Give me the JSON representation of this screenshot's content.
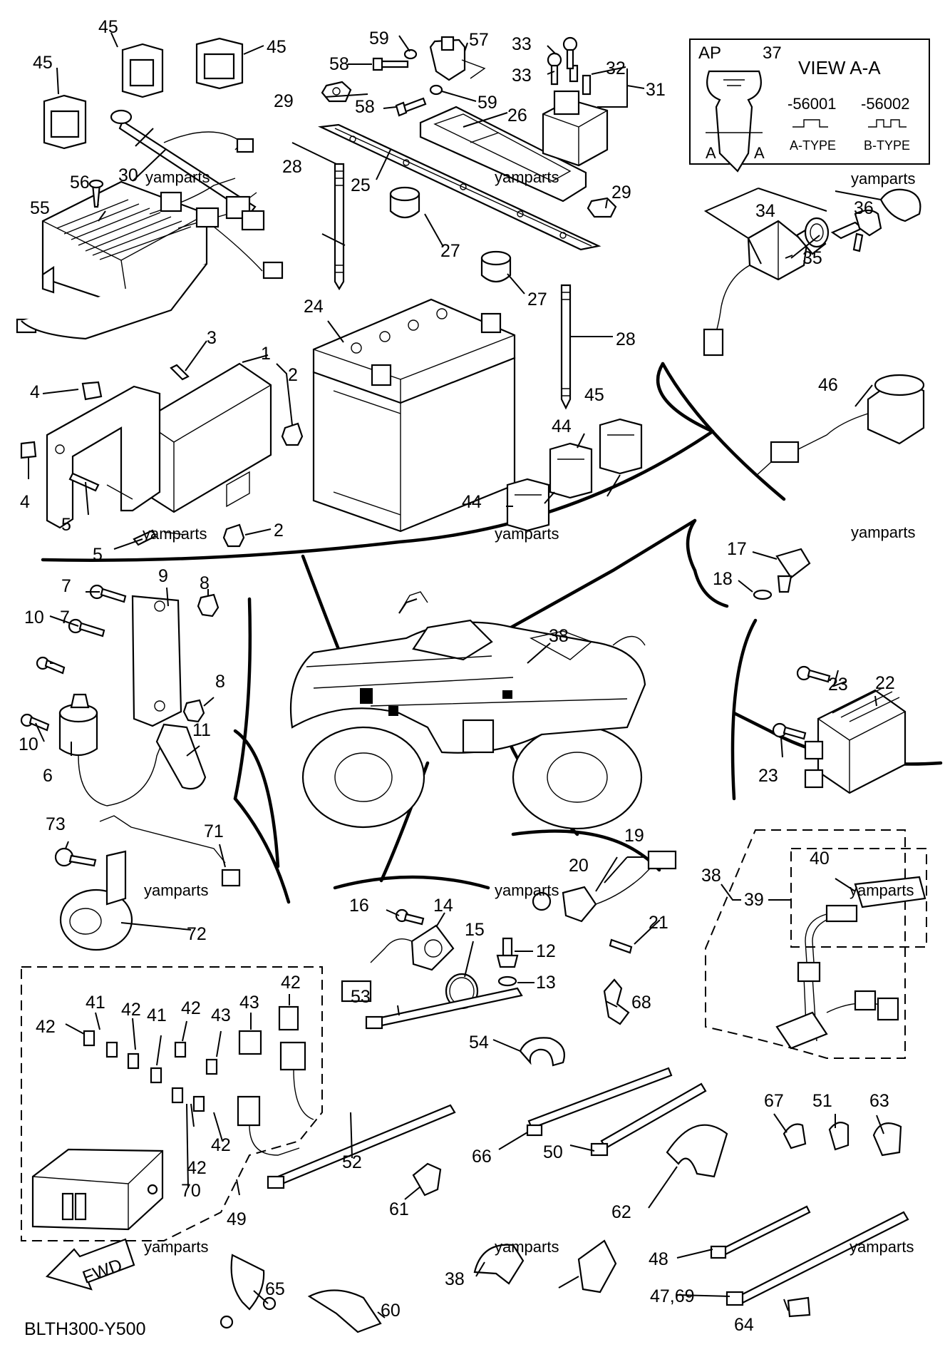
{
  "diagram": {
    "code": "BLTH300-Y500",
    "watermark": "yamparts",
    "fwd_label": "FWD",
    "view": {
      "title": "VIEW A-A",
      "ap": "AP",
      "part_no": "37",
      "section_a": "A",
      "code_1": "-56001",
      "code_2": "-56002",
      "type_1": "A-TYPE",
      "type_2": "B-TYPE"
    },
    "callouts": [
      "45",
      "45",
      "45",
      "30",
      "56",
      "55",
      "58",
      "59",
      "57",
      "33",
      "33",
      "32",
      "31",
      "29",
      "58",
      "59",
      "26",
      "28",
      "25",
      "27",
      "29",
      "27",
      "28",
      "24",
      "34",
      "36",
      "35",
      "1",
      "2",
      "3",
      "4",
      "4",
      "5",
      "2",
      "5",
      "46",
      "44",
      "45",
      "44",
      "17",
      "18",
      "7",
      "9",
      "8",
      "10",
      "7",
      "8",
      "10",
      "11",
      "6",
      "38",
      "23",
      "22",
      "23",
      "73",
      "71",
      "72",
      "19",
      "20",
      "21",
      "16",
      "14",
      "15",
      "12",
      "13",
      "38",
      "39",
      "40",
      "42",
      "41",
      "42",
      "41",
      "42",
      "43",
      "43",
      "42",
      "42",
      "42",
      "70",
      "68",
      "53",
      "54",
      "66",
      "50",
      "67",
      "51",
      "63",
      "52",
      "62",
      "61",
      "38",
      "49",
      "48",
      "47,69",
      "64",
      "65",
      "60"
    ]
  }
}
